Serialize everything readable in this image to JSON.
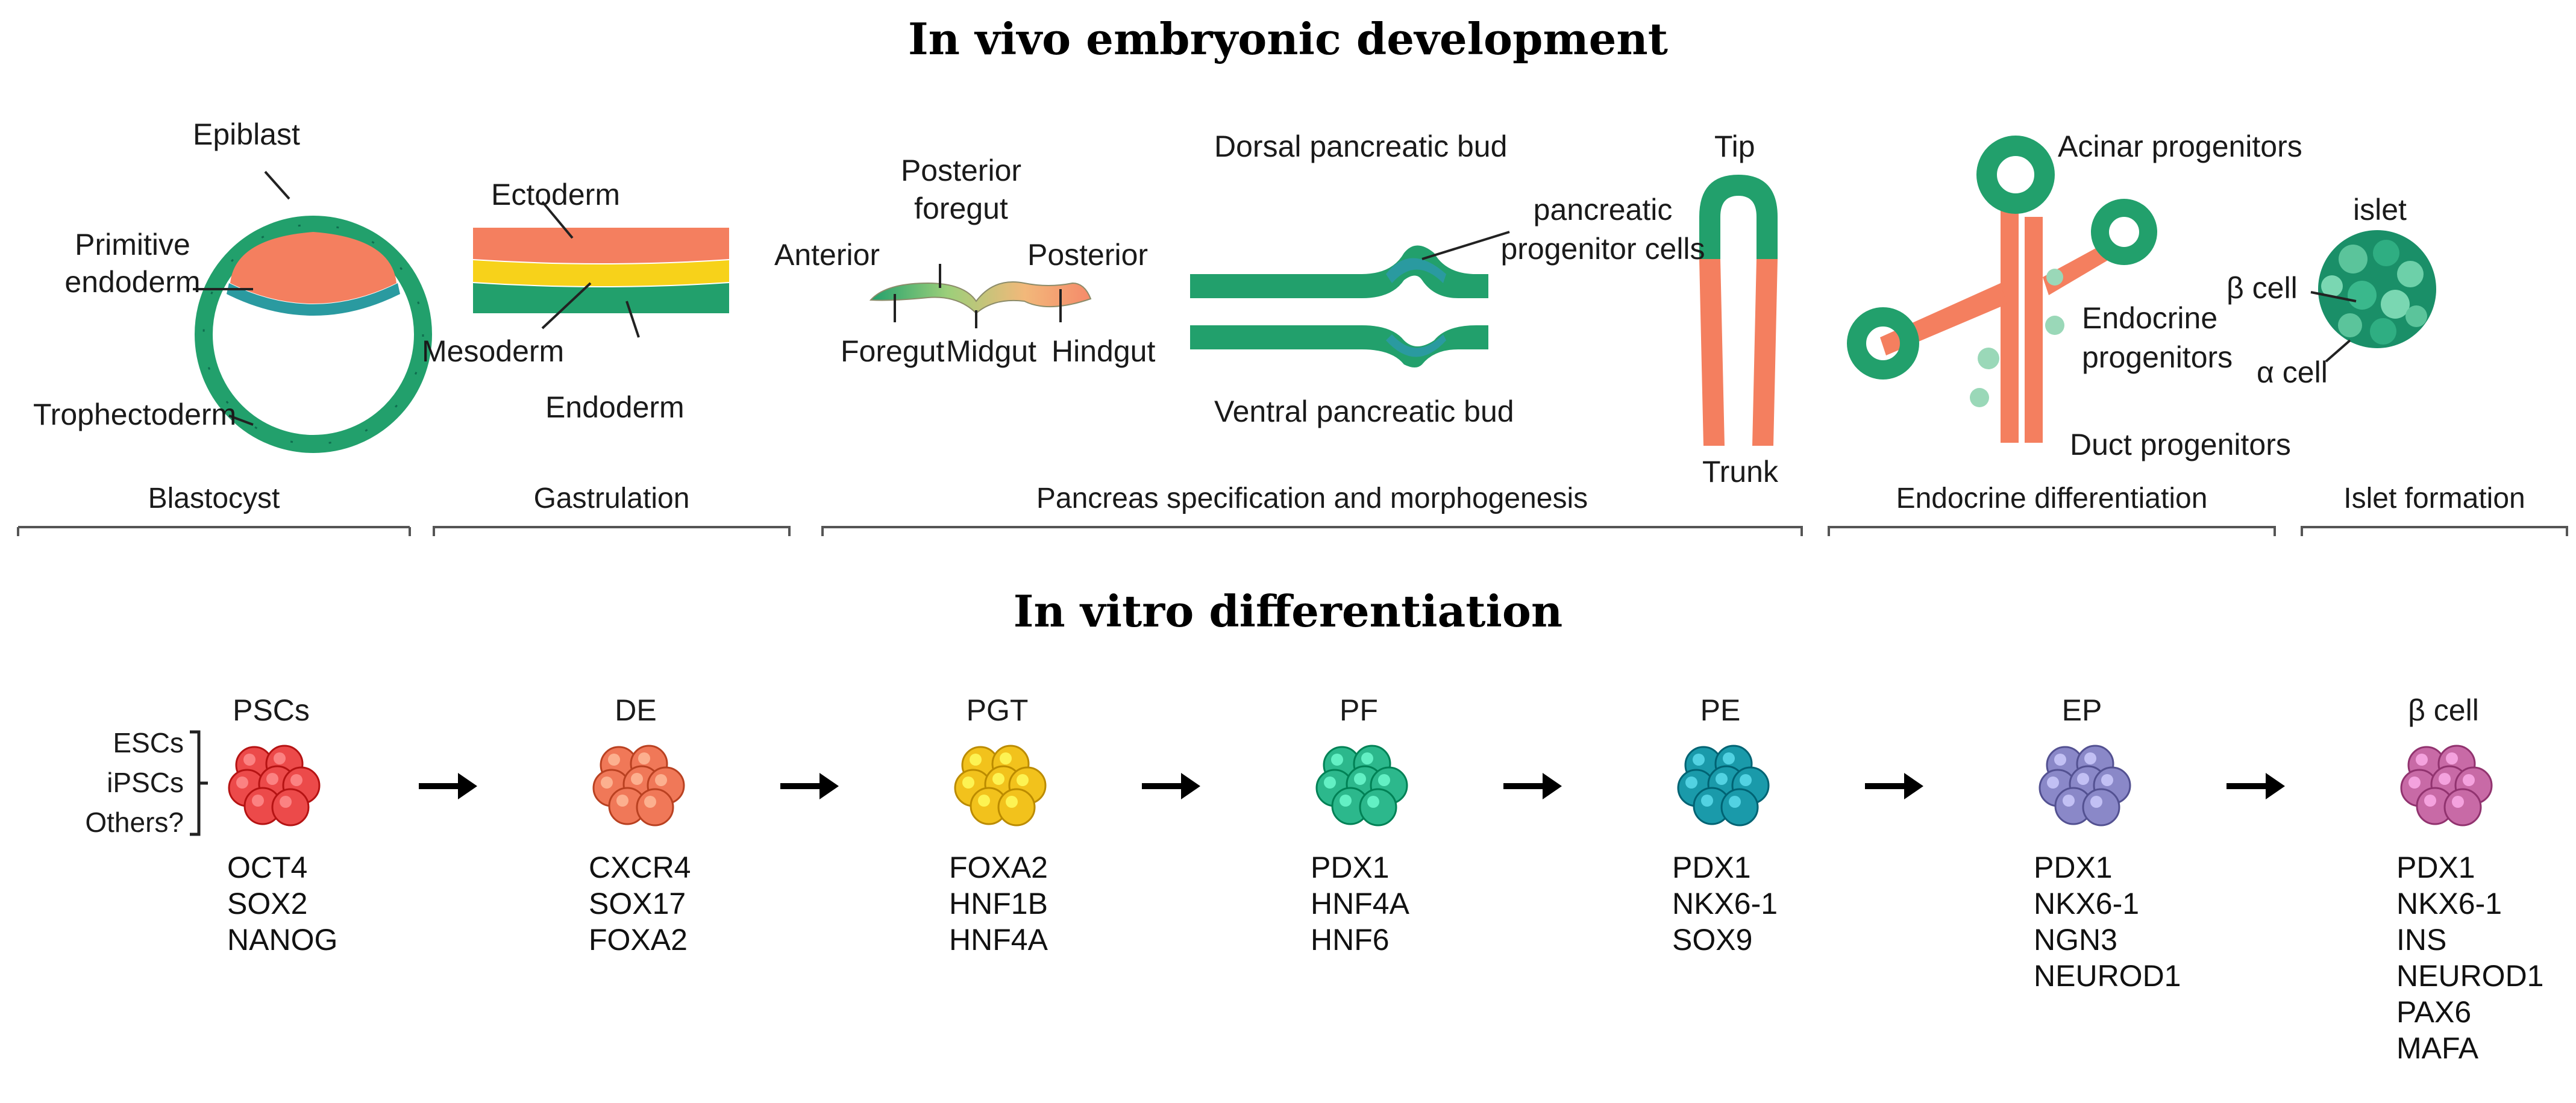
{
  "titles": {
    "in_vivo": "In vivo embryonic development",
    "in_vitro": "In vitro differentiation"
  },
  "in_vivo_labels": {
    "epiblast": "Epiblast",
    "primitive_endoderm_1": "Primitive",
    "primitive_endoderm_2": "endoderm",
    "trophectoderm": "Trophectoderm",
    "ectoderm": "Ectoderm",
    "mesoderm": "Mesoderm",
    "endoderm": "Endoderm",
    "posterior_foregut_1": "Posterior",
    "posterior_foregut_2": "foregut",
    "anterior": "Anterior",
    "posterior": "Posterior",
    "foregut": "Foregut",
    "midgut": "Midgut",
    "hindgut": "Hindgut",
    "dorsal_bud": "Dorsal pancreatic bud",
    "ventral_bud": "Ventral pancreatic bud",
    "progenitor_1": "pancreatic",
    "progenitor_2": "progenitor cells",
    "tip": "Tip",
    "trunk": "Trunk",
    "acinar": "Acinar progenitors",
    "endocrine_1": "Endocrine",
    "endocrine_2": "progenitors",
    "duct": "Duct progenitors",
    "islet": "islet",
    "beta_cell": "β cell",
    "alpha_cell": "α cell"
  },
  "phases": [
    "Blastocyst",
    "Gastrulation",
    "Pancreas specification and morphogenesis",
    "Endocrine differentiation",
    "Islet formation"
  ],
  "sources": [
    "ESCs",
    "iPSCs",
    "Others?"
  ],
  "stages": [
    {
      "name": "PSCs",
      "color": "#ec4a4a",
      "markers": [
        "OCT4",
        "SOX2",
        "NANOG"
      ]
    },
    {
      "name": "DE",
      "color": "#f07858",
      "markers": [
        "CXCR4",
        "SOX17",
        "FOXA2"
      ]
    },
    {
      "name": "PGT",
      "color": "#f2c21c",
      "markers": [
        "FOXA2",
        "HNF1B",
        "HNF4A"
      ]
    },
    {
      "name": "PF",
      "color": "#2cb88c",
      "markers": [
        "PDX1",
        "HNF4A",
        "HNF6"
      ]
    },
    {
      "name": "PE",
      "color": "#1a9aaa",
      "markers": [
        "PDX1",
        "NKX6-1",
        "SOX9"
      ]
    },
    {
      "name": "EP",
      "color": "#8a88c8",
      "markers": [
        "PDX1",
        "NKX6-1",
        "NGN3",
        "NEUROD1"
      ]
    },
    {
      "name": "β cell",
      "color": "#c86aa6",
      "markers": [
        "PDX1",
        "NKX6-1",
        "INS",
        "NEUROD1",
        "PAX6",
        "MAFA"
      ]
    }
  ],
  "colors": {
    "green": "#1e9a73",
    "salmon": "#f47f5f",
    "teal": "#2a9aa0",
    "yellow": "#f7d21a"
  }
}
